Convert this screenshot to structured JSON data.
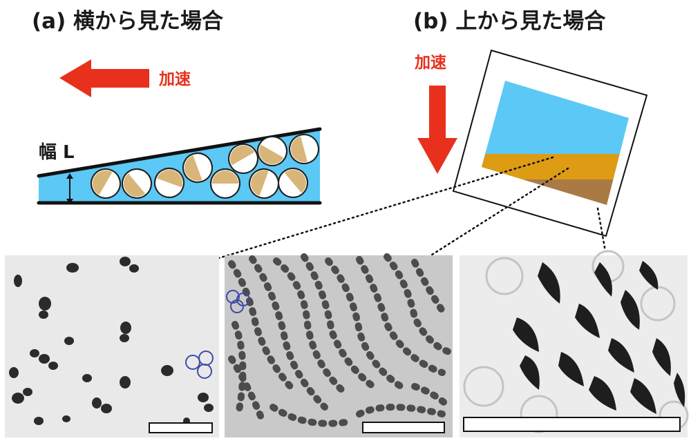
{
  "panel_a": {
    "heading": "(a) 横から見た場合",
    "accel_label": "加速",
    "width_label": "幅 L"
  },
  "panel_b": {
    "heading": "(b) 上から見た場合",
    "accel_label": "加速"
  },
  "colors": {
    "liquid": "#5bc8f5",
    "particle_tan": "#d8b679",
    "arrow_red": "#e8301c",
    "layer_gold": "#dd9c14",
    "layer_brown": "#aa7a45"
  }
}
